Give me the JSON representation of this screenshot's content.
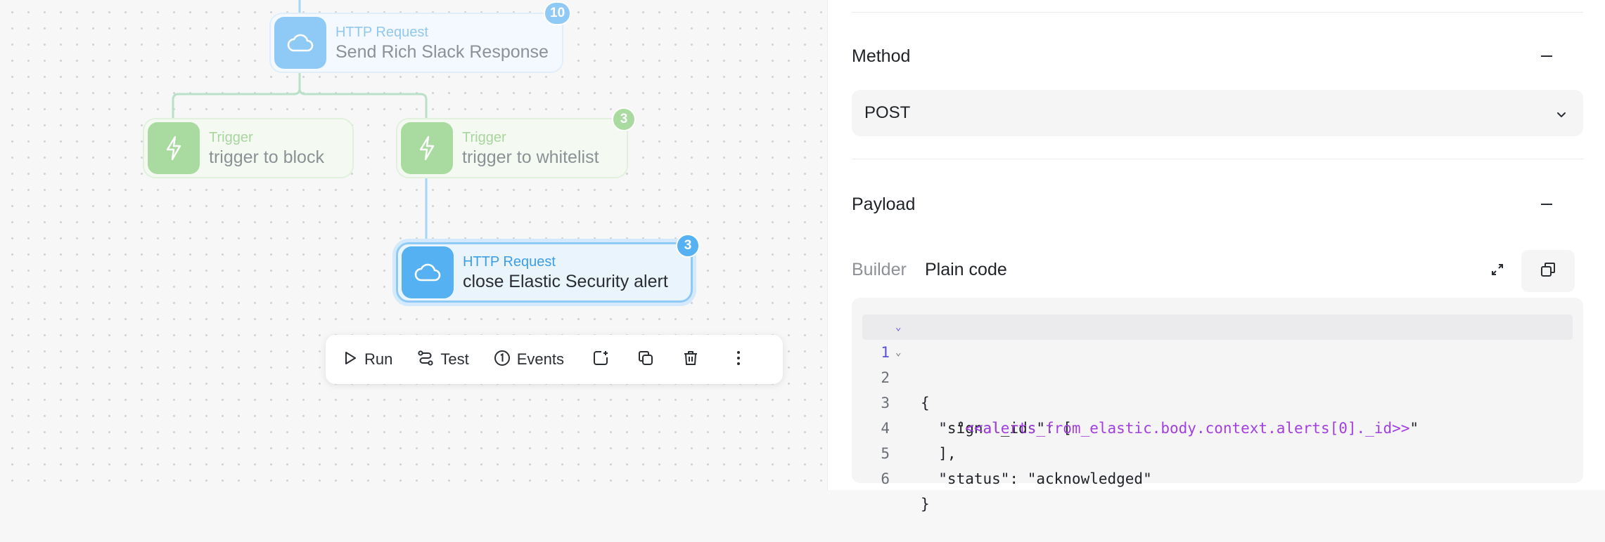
{
  "canvas": {
    "nodes": [
      {
        "id": "send_slack",
        "type": "HTTP Request",
        "title": "Send Rich Slack Response",
        "badge": "10"
      },
      {
        "id": "trig_block",
        "type": "Trigger",
        "title": "trigger to block"
      },
      {
        "id": "trig_whitelist",
        "type": "Trigger",
        "title": "trigger to whitelist",
        "badge": "3"
      },
      {
        "id": "close_alert",
        "type": "HTTP Request",
        "title": "close Elastic Security alert",
        "badge": "3",
        "selected": true
      }
    ],
    "toolbar": {
      "run_label": "Run",
      "test_label": "Test",
      "events_label": "Events",
      "icons": [
        "play-icon",
        "test-icon",
        "events-icon",
        "add-note-icon",
        "duplicate-icon",
        "trash-icon",
        "more-vertical-icon"
      ]
    }
  },
  "panel": {
    "method": {
      "title": "Method",
      "value": "POST"
    },
    "payload": {
      "title": "Payload",
      "tabs": [
        "Builder",
        "Plain code"
      ],
      "active_tab": "Plain code",
      "code_lines": [
        {
          "n": "1",
          "fold": true,
          "text": "{"
        },
        {
          "n": "2",
          "fold": true,
          "pre": "  \"signal_ids\": ["
        },
        {
          "n": "3",
          "pre": "    \"",
          "var": "<<alerts_from_elastic.body.context.alerts[0]._id>>",
          "post": "\""
        },
        {
          "n": "4",
          "text": "  ],"
        },
        {
          "n": "5",
          "text": "  \"status\": \"acknowledged\""
        },
        {
          "n": "6",
          "text": "}"
        }
      ]
    }
  },
  "colors": {
    "http_accent": "#55b1f1",
    "trigger_accent": "#a9dba0",
    "code_variable": "#a33ee0"
  }
}
